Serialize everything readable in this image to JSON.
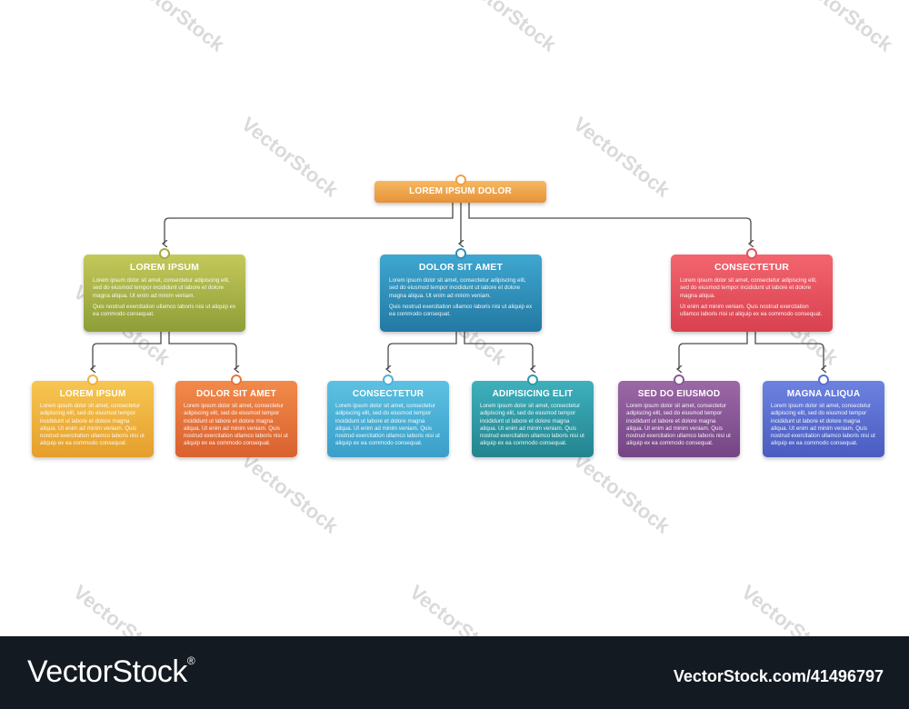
{
  "colors": {
    "line": "#4a4a4a",
    "root": "#eea04a",
    "olive": "#a2ad45",
    "blue": "#2f90b8",
    "red": "#e5525f",
    "yellow": "#f2b23c",
    "orange": "#e8763e",
    "lightblue": "#4db2d6",
    "teal": "#2e9aa8",
    "purple": "#8a5a96",
    "indigo": "#5a6fd0"
  },
  "root": {
    "title": "LOREM IPSUM DOLOR"
  },
  "level1": [
    {
      "title": "LOREM IPSUM",
      "p1": "Lorem ipsum dolor sit amet, consectetur adipiscing elit, sed do eiusmod tempor incididunt ut labore et dolore magna aliqua. Ut enim ad minim veniam.",
      "p2": "Quis nostrud exercitation ullamco laboris nisi ut aliquip ex ea commodo consequat."
    },
    {
      "title": "DOLOR SIT AMET",
      "p1": "Lorem ipsum dolor sit amet, consectetur adipiscing elit, sed do eiusmod tempor incididunt ut labore et dolore magna aliqua. Ut enim ad minim veniam.",
      "p2": "Quis nostrud exercitation ullamco laboris nisi ut aliquip ex ea commodo consequat."
    },
    {
      "title": "CONSECTETUR",
      "p1": "Lorem ipsum dolor sit amet, consectetur adipiscing elit, sed do eiusmod tempor incididunt ut labore et dolore magna aliqua.",
      "p2": "Ut enim ad minim veniam. Quis nostrud exercitation ullamco laboris nisi ut aliquip ex ea commodo consequat."
    }
  ],
  "level2": [
    {
      "title": "LOREM IPSUM",
      "text": "Lorem ipsum dolor sit amet, consectetur adipiscing elit, sed do eiusmod tempor incididunt ut labore et dolore magna aliqua. Ut enim ad minim veniam. Quis nostrud exercitation ullamco laboris nisi ut aliquip ex ea commodo consequat."
    },
    {
      "title": "DOLOR SIT AMET",
      "text": "Lorem ipsum dolor sit amet, consectetur adipiscing elit, sed do eiusmod tempor incididunt ut labore et dolore magna aliqua. Ut enim ad minim veniam. Quis nostrud exercitation ullamco laboris nisi ut aliquip ex ea commodo consequat."
    },
    {
      "title": "CONSECTETUR",
      "text": "Lorem ipsum dolor sit amet, consectetur adipiscing elit, sed do eiusmod tempor incididunt ut labore et dolore magna aliqua. Ut enim ad minim veniam. Quis nostrud exercitation ullamco laboris nisi ut aliquip ex ea commodo consequat."
    },
    {
      "title": "ADIPISICING ELIT",
      "text": "Lorem ipsum dolor sit amet, consectetur adipiscing elit, sed do eiusmod tempor incididunt ut labore et dolore magna aliqua. Ut enim ad minim veniam. Quis nostrud exercitation ullamco laboris nisi ut aliquip ex ea commodo consequat."
    },
    {
      "title": "SED DO EIUSMOD",
      "text": "Lorem ipsum dolor sit amet, consectetur adipiscing elit, sed do eiusmod tempor incididunt ut labore et dolore magna aliqua. Ut enim ad minim veniam. Quis nostrud exercitation ullamco laboris nisi ut aliquip ex ea commodo consequat."
    },
    {
      "title": "MAGNA ALIQUA",
      "text": "Lorem ipsum dolor sit amet, consectetur adipiscing elit, sed do eiusmod tempor incididunt ut labore et dolore magna aliqua. Ut enim ad minim veniam. Quis nostrud exercitation ullamco laboris nisi ut aliquip ex ea commodo consequat."
    }
  ],
  "watermark": {
    "text": "VectorStock"
  },
  "footer": {
    "brand": "VectorStock",
    "reg": "®",
    "ref": "VectorStock.com/41496797"
  }
}
